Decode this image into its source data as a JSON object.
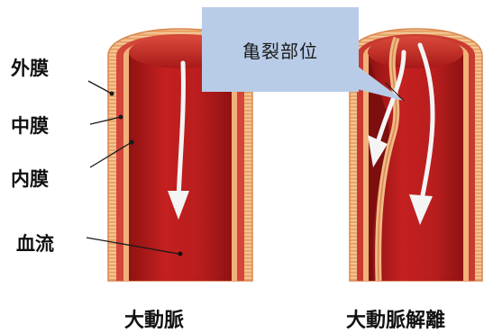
{
  "labels": {
    "outer": "外膜",
    "middle": "中膜",
    "inner": "内膜",
    "blood": "血流"
  },
  "callout": {
    "text": "亀裂部位"
  },
  "captions": {
    "normal": "大動脈",
    "dissection": "大動脈解離"
  },
  "colors": {
    "wall_outer": "#e9a46a",
    "wall_stripe": "#f3c290",
    "lumen": "#b81d1d",
    "lumen_dark": "#8f1212",
    "arrow": "#f4f4f4",
    "callout_bg": "#b8cce8",
    "leader_line": "#1a1a1a"
  },
  "icons": {
    "flow_arrow": "down-arrow-icon"
  }
}
